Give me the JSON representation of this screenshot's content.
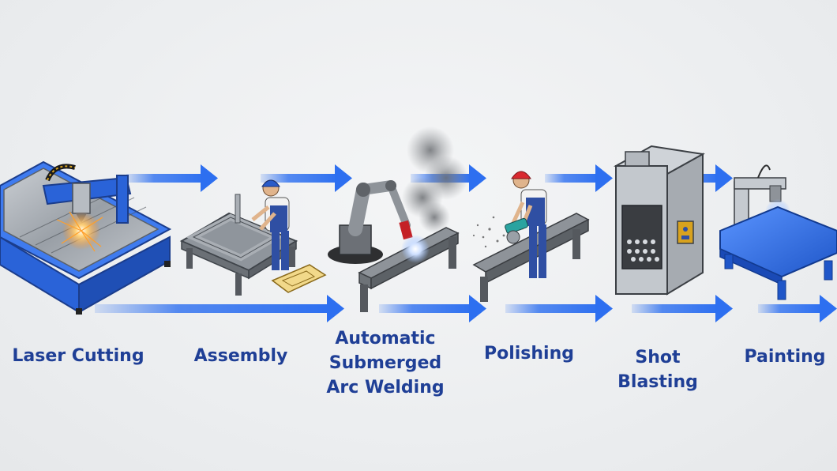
{
  "colors": {
    "arrow": "#2d6ff0",
    "label": "#1f3f96",
    "machine_blue": "#2a63d8",
    "steel": "#9ea4ab",
    "worker_shirt": "#f2f2f2",
    "worker_overalls": "#2f4fa3",
    "helmet_blue": "#2a5bc9",
    "helmet_red": "#d9282f"
  },
  "steps": [
    {
      "id": "laser-cutting",
      "icon": "laser-cutter-icon",
      "label_lines": [
        "Laser Cutting"
      ]
    },
    {
      "id": "assembly",
      "icon": "assembly-workbench-icon",
      "label_lines": [
        "Assembly"
      ]
    },
    {
      "id": "arc-welding",
      "icon": "welding-robot-icon",
      "label_lines": [
        "Automatic",
        "Submerged",
        "Arc Welding"
      ]
    },
    {
      "id": "polishing",
      "icon": "grinder-worker-icon",
      "label_lines": [
        "Polishing"
      ]
    },
    {
      "id": "shot-blasting",
      "icon": "shot-blasting-cabinet-icon",
      "label_lines": [
        "Shot",
        "Blasting"
      ]
    },
    {
      "id": "painting",
      "icon": "painting-station-icon",
      "label_lines": [
        "Painting"
      ]
    }
  ]
}
